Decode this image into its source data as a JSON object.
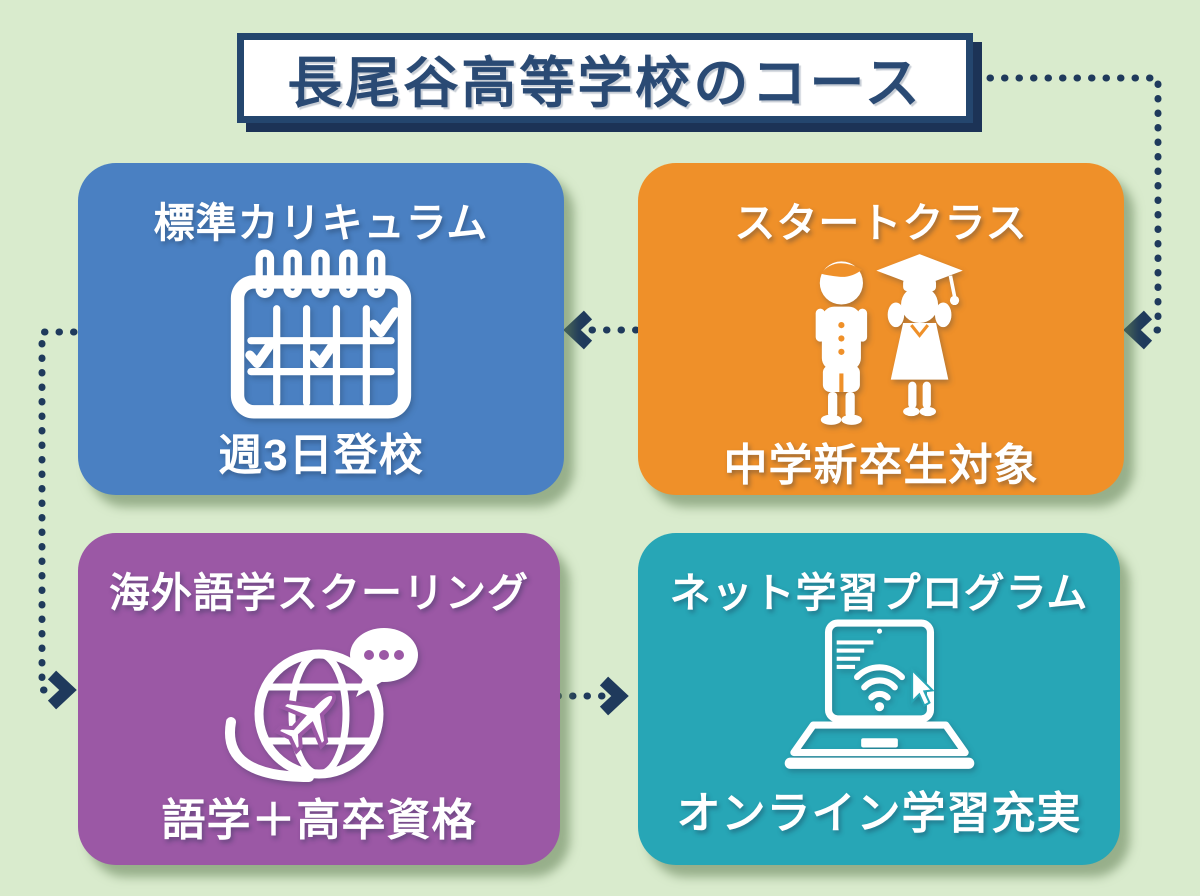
{
  "page": {
    "background_color": "#d9ebcd"
  },
  "title": {
    "text": "長尾谷高等学校のコース",
    "text_color": "#2a4a74",
    "box_background": "#ffffff",
    "border_color": "#24466e",
    "shadow_color": "#1c3356"
  },
  "connectors": {
    "color": "#1f3a5c",
    "style": "dotted-arrow",
    "links": [
      "title-to-start-class",
      "start-class-to-standard-curriculum",
      "standard-curriculum-to-overseas-schooling",
      "overseas-schooling-to-net-program"
    ]
  },
  "cards": [
    {
      "name": "standard-curriculum",
      "title": "標準カリキュラム",
      "caption": "週3日登校",
      "color": "#4a80c2",
      "icon": "calendar-check-icon"
    },
    {
      "name": "start-class",
      "title": "スタートクラス",
      "caption": "中学新卒生対象",
      "color": "#ef9029",
      "icon": "students-icon"
    },
    {
      "name": "overseas-language-schooling",
      "title": "海外語学スクーリング",
      "caption": "語学＋高卒資格",
      "color": "#9b58a5",
      "icon": "globe-airplane-chat-icon"
    },
    {
      "name": "net-learning-program",
      "title": "ネット学習プログラム",
      "caption": "オンライン学習充実",
      "color": "#27a6b6",
      "icon": "laptop-wifi-icon"
    }
  ]
}
